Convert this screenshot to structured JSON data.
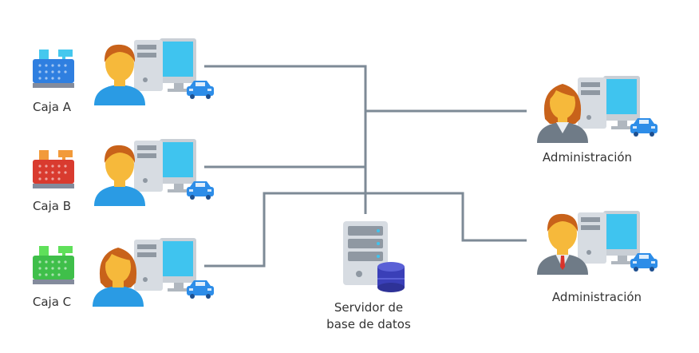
{
  "nodes": {
    "caja_a": {
      "label": "Caja A",
      "register_color": "#2f7fe0",
      "accent": "#45c8ee"
    },
    "caja_b": {
      "label": "Caja B",
      "register_color": "#d93b2f",
      "accent": "#f29a3a"
    },
    "caja_c": {
      "label": "Caja C",
      "register_color": "#3fbf4a",
      "accent": "#5fe05a"
    },
    "server": {
      "label_line1": "Servidor de",
      "label_line2": "base de datos"
    },
    "admin_1": {
      "label": "Administración"
    },
    "admin_2": {
      "label": "Administración"
    }
  },
  "colors": {
    "line": "#7d8a96",
    "skin": "#f6b93b",
    "hair": "#c8621a",
    "shirt_blue": "#2a9be4",
    "monitor": "#3fc4ef",
    "tower": "#c9cfd6",
    "car": "#2d8de8",
    "db": "#3a3fb8",
    "suit": "#6f7b87"
  }
}
